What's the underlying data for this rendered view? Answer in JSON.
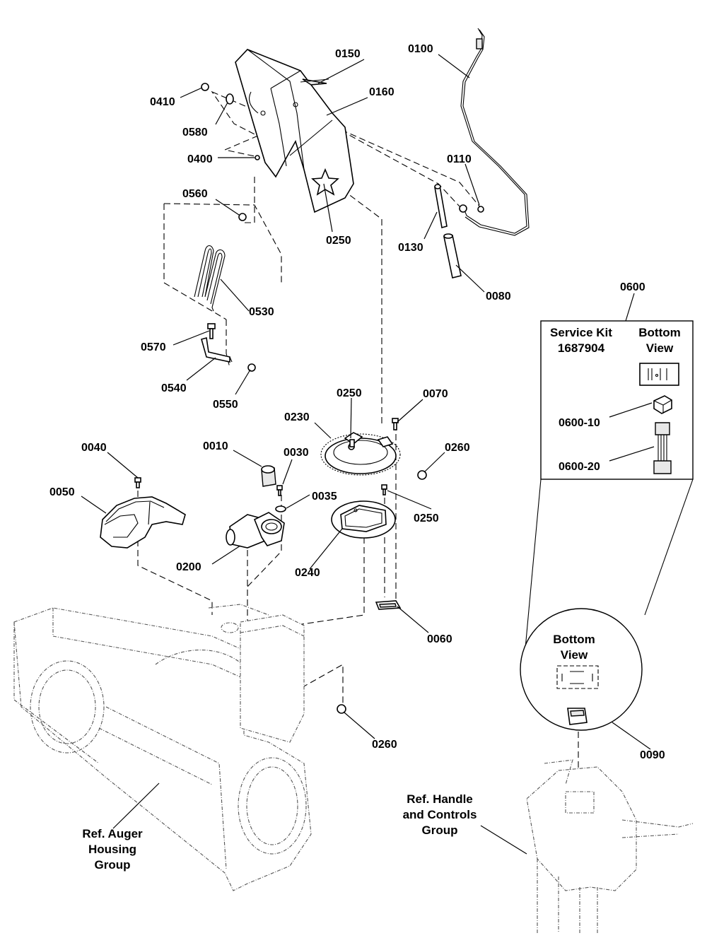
{
  "parts": [
    {
      "id": "0010"
    },
    {
      "id": "0030"
    },
    {
      "id": "0035"
    },
    {
      "id": "0040"
    },
    {
      "id": "0050"
    },
    {
      "id": "0060"
    },
    {
      "id": "0070"
    },
    {
      "id": "0080"
    },
    {
      "id": "0090"
    },
    {
      "id": "0100"
    },
    {
      "id": "0110"
    },
    {
      "id": "0130"
    },
    {
      "id": "0150"
    },
    {
      "id": "0160"
    },
    {
      "id": "0200"
    },
    {
      "id": "0230"
    },
    {
      "id": "0240"
    },
    {
      "id": "0250"
    },
    {
      "id": "0260"
    },
    {
      "id": "0400"
    },
    {
      "id": "0410"
    },
    {
      "id": "0530"
    },
    {
      "id": "0540"
    },
    {
      "id": "0550"
    },
    {
      "id": "0560"
    },
    {
      "id": "0570"
    },
    {
      "id": "0580"
    },
    {
      "id": "0600"
    },
    {
      "id": "0600-10"
    },
    {
      "id": "0600-20"
    }
  ],
  "service_kit": {
    "title_line1": "Service Kit",
    "title_line2": "1687904",
    "bottom_view_line1": "Bottom",
    "bottom_view_line2": "View"
  },
  "detail_circle": {
    "bottom_view_line1": "Bottom",
    "bottom_view_line2": "View"
  },
  "references": {
    "auger_line1": "Ref. Auger",
    "auger_line2": "Housing",
    "auger_line3": "Group",
    "handle_line1": "Ref. Handle",
    "handle_line2": "and Controls",
    "handle_line3": "Group"
  }
}
